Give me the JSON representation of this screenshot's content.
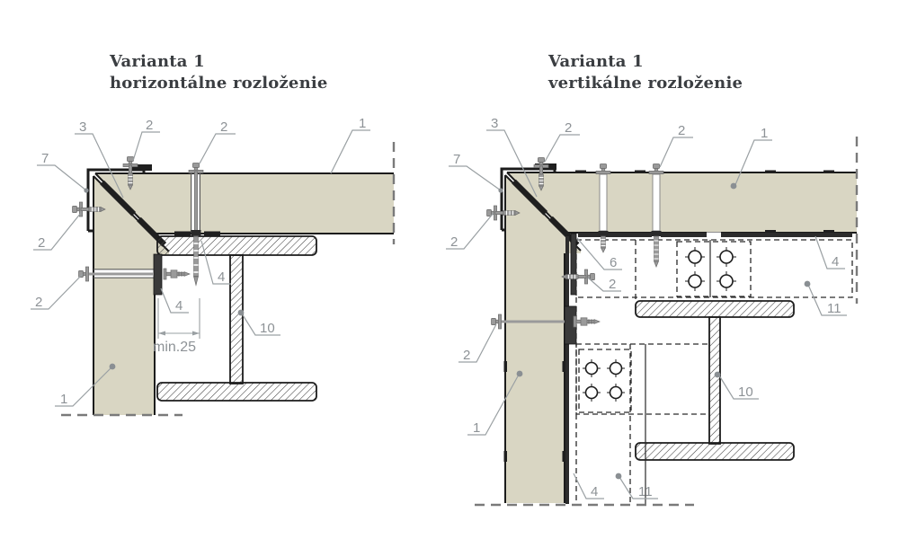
{
  "titles": {
    "left": {
      "line1": "Varianta 1",
      "line2": "horizontálne rozloženie"
    },
    "right": {
      "line1": "Varianta 1",
      "line2": "vertikálne rozloženie"
    }
  },
  "dimensions": {
    "min_edge_distance": "min.25"
  },
  "callouts_left": [
    "3",
    "2",
    "2",
    "1",
    "7",
    "2",
    "2",
    "4",
    "4",
    "10",
    "1"
  ],
  "callouts_right": [
    "3",
    "2",
    "2",
    "1",
    "7",
    "2",
    "6",
    "2",
    "4",
    "11",
    "2",
    "4",
    "11",
    "10",
    "1"
  ],
  "colors": {
    "background": "#ffffff",
    "panel_fill": "#d9d6c3",
    "drawing_line": "#1c1c1c",
    "label_text": "#8d9296",
    "leader_line": "#9aa0a3",
    "seal_strip": "#1f1f1f",
    "bracket": "#3a3a3a",
    "screw": "#9a9a9a",
    "cut_dash": "#7a7a7a",
    "title_text": "#3b3e42"
  }
}
